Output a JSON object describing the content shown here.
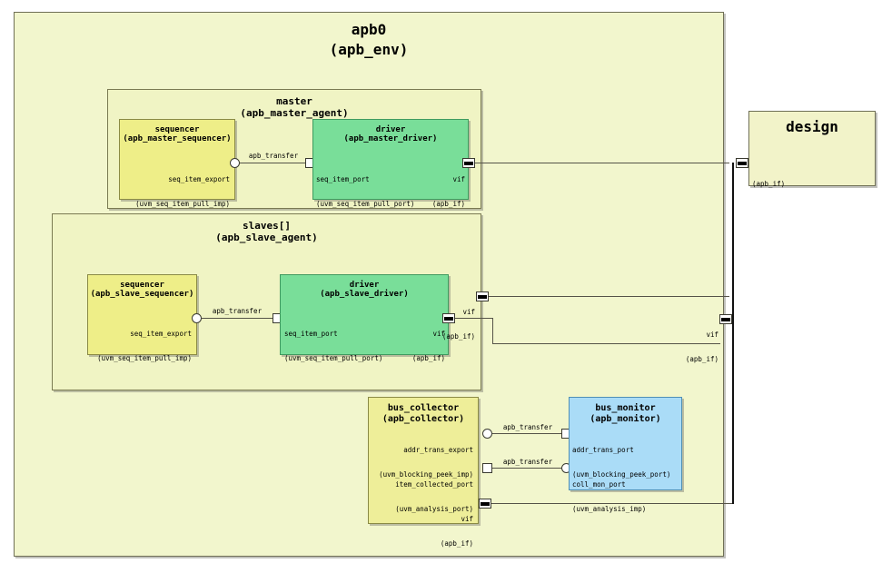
{
  "diagram": {
    "title": "apb0 (apb_env) UVM testbench architecture",
    "colors": {
      "env_bg": "#f2f6cd",
      "agent_bg": "#f0f4c4",
      "sequencer_bg": "#eeee88",
      "driver_bg": "#79de99",
      "collector_bg": "#eeee99",
      "monitor_bg": "#aadcf7",
      "design_bg": "#f2f3c9",
      "wire": "#555348",
      "vif_wire": "#111111"
    }
  },
  "env": {
    "name": "apb0",
    "type": "(apb_env)"
  },
  "design": {
    "name": "design",
    "port": "(apb_if)"
  },
  "master_agent": {
    "name": "master",
    "type": "(apb_master_agent)",
    "sequencer": {
      "name": "sequencer",
      "type": "(apb_master_sequencer)",
      "port_label": "seq_item_export",
      "port_type": "(uvm_seq_item_pull_imp)"
    },
    "driver": {
      "name": "driver",
      "type": "(apb_master_driver)",
      "port_label": "seq_item_port",
      "port_type": "(uvm_seq_item_pull_port)",
      "vif_label": "vif",
      "vif_type": "(apb_if)"
    },
    "connection_label": "apb_transfer"
  },
  "slave_agent": {
    "name": "slaves[]",
    "type": "(apb_slave_agent)",
    "sequencer": {
      "name": "sequencer",
      "type": "(apb_slave_sequencer)",
      "port_label": "seq_item_export",
      "port_type": "(uvm_seq_item_pull_imp)"
    },
    "driver": {
      "name": "driver",
      "type": "(apb_slave_driver)",
      "port_label": "seq_item_port",
      "port_type": "(uvm_seq_item_pull_port)",
      "vif_label": "vif",
      "vif_type": "(apb_if)"
    },
    "connection_label": "apb_transfer",
    "agent_vif_upper_label": "vif",
    "agent_vif_upper_type": "(apb_if)",
    "agent_vif_lower_label": "vif",
    "agent_vif_lower_type": "(apb_if)"
  },
  "collector": {
    "name": "bus_collector",
    "type": "(apb_collector)",
    "ports": [
      {
        "label": "addr_trans_export",
        "type": "(uvm_blocking_peek_imp)",
        "shape": "circle"
      },
      {
        "label": "item_collected_port",
        "type": "(uvm_analysis_port)",
        "shape": "square"
      }
    ],
    "vif_label": "vif",
    "vif_type": "(apb_if)"
  },
  "monitor": {
    "name": "bus_monitor",
    "type": "(apb_monitor)",
    "ports": [
      {
        "label": "addr_trans_port",
        "type": "(uvm_blocking_peek_port)",
        "shape": "square"
      },
      {
        "label": "coll_mon_port",
        "type": "(uvm_analysis_imp)",
        "shape": "circle"
      }
    ]
  },
  "connections": {
    "collector_to_monitor_top": "apb_transfer",
    "collector_to_monitor_bottom": "apb_transfer"
  }
}
